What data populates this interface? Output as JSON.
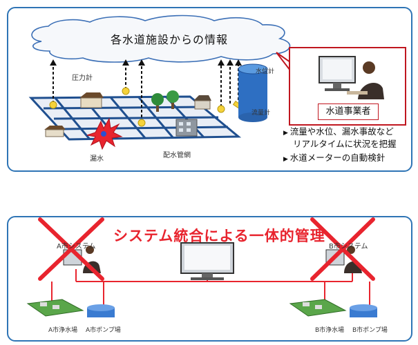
{
  "top_panel": {
    "cloud_title": "各水道施設からの情報",
    "labels": {
      "pressure_gauge": "圧力計",
      "water_level_gauge": "水位計",
      "flow_meter": "流量計",
      "leak": "漏水",
      "pipe_network": "配水管網"
    },
    "operator": {
      "label": "水道事業者"
    },
    "bullets": [
      "流量や水位、漏水事故など",
      "リアルタイムに状況を把握",
      "水道メーターの自動検針"
    ]
  },
  "bottom_panel": {
    "banner": "システム統合による一体的管理",
    "systems": {
      "city_a": "A市システム",
      "city_b": "B市システム"
    },
    "facilities": {
      "a_purification": "A市浄水場",
      "a_pump": "A市ポンプ場",
      "b_purification": "B市浄水場",
      "b_pump": "B市ポンプ場"
    }
  },
  "colors": {
    "frame": "#2e74b5",
    "accent_red": "#e8242e",
    "grid_blue": "#1f4f8f",
    "tank": "#3b7fd1"
  }
}
